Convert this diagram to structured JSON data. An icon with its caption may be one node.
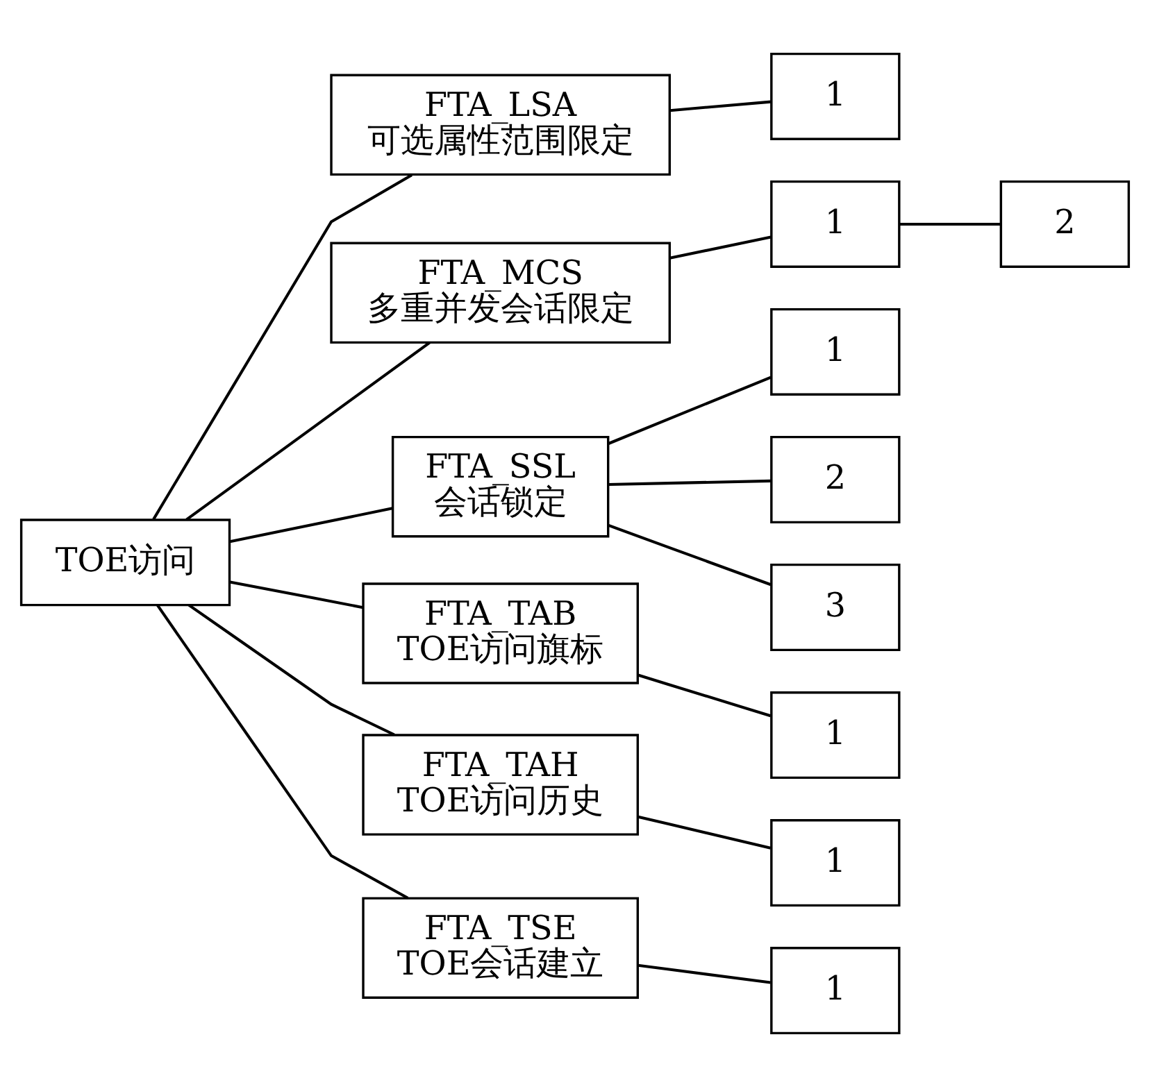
{
  "diagram": {
    "nodes": [
      {
        "text": [
          "TOE访问"
        ]
      },
      {
        "text": [
          "FTA_LSA",
          "可选属性范围限定"
        ]
      },
      {
        "text": [
          "1"
        ]
      },
      {
        "text": [
          "FTA_MCS",
          "多重并发会话限定"
        ]
      },
      {
        "text": [
          "1"
        ]
      },
      {
        "text": [
          "2"
        ]
      },
      {
        "text": [
          "FTA_SSL",
          "会话锁定"
        ]
      },
      {
        "text": [
          "1"
        ]
      },
      {
        "text": [
          "2"
        ]
      },
      {
        "text": [
          "3"
        ]
      },
      {
        "text": [
          "FTA_TAB",
          "TOE访问旗标"
        ]
      },
      {
        "text": [
          "1"
        ]
      },
      {
        "text": [
          "FTA_TAH",
          "TOE访问历史"
        ]
      },
      {
        "text": [
          "1"
        ]
      },
      {
        "text": [
          "FTA_TSE",
          "TOE会话建立"
        ]
      },
      {
        "text": [
          "1"
        ]
      }
    ],
    "edges": [
      {
        "from": 0,
        "to": 1,
        "arrow": "none"
      },
      {
        "from": 1,
        "to": 2,
        "arrow": "none"
      },
      {
        "from": 0,
        "to": 3,
        "arrow": "none"
      },
      {
        "from": 3,
        "to": 4,
        "arrow": "none"
      },
      {
        "from": 4,
        "to": 5,
        "arrow": "none"
      },
      {
        "from": 0,
        "to": 6,
        "arrow": "none"
      },
      {
        "from": 6,
        "to": 7,
        "arrow": "none"
      },
      {
        "from": 6,
        "to": 8,
        "arrow": "none"
      },
      {
        "from": 6,
        "to": 9,
        "arrow": "none"
      },
      {
        "from": 0,
        "to": 10,
        "arrow": "none"
      },
      {
        "from": 10,
        "to": 11,
        "arrow": "none"
      },
      {
        "from": 0,
        "to": 12,
        "arrow": "none"
      },
      {
        "from": 12,
        "to": 13,
        "arrow": "none"
      },
      {
        "from": 0,
        "to": 14,
        "arrow": "none"
      },
      {
        "from": 14,
        "to": 15,
        "arrow": "none"
      }
    ]
  }
}
